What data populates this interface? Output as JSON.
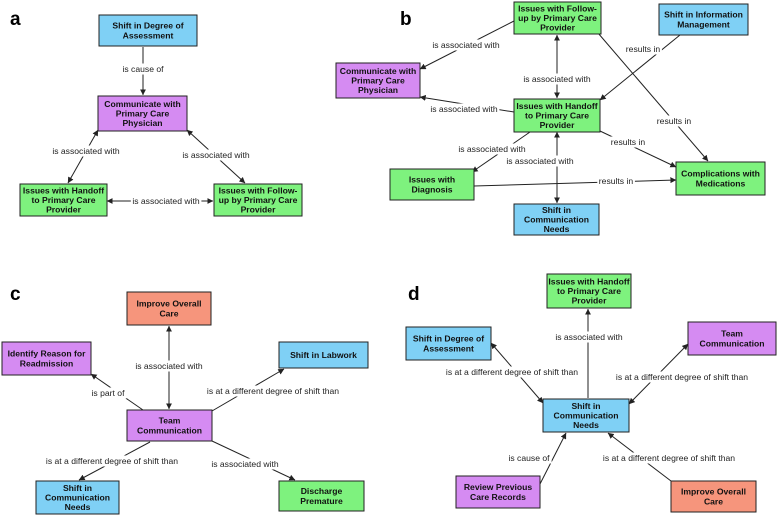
{
  "colors": {
    "blue": "#7fd0f5",
    "purple": "#d58bf2",
    "green": "#7ef27e",
    "salmon": "#f6957c",
    "line": "#222222"
  },
  "panels": [
    {
      "id": "a",
      "label": "a",
      "nodes": [
        {
          "id": "a1",
          "color": "blue",
          "lines": [
            "Shift in Degree of",
            "Assessment"
          ]
        },
        {
          "id": "a2",
          "color": "purple",
          "lines": [
            "Communicate with",
            "Primary Care",
            "Physician"
          ]
        },
        {
          "id": "a3",
          "color": "green",
          "lines": [
            "Issues with Handoff",
            "to Primary Care",
            "Provider"
          ]
        },
        {
          "id": "a4",
          "color": "green",
          "lines": [
            "Issues with Follow-",
            "up by Primary Care",
            "Provider"
          ]
        }
      ],
      "edges": [
        {
          "from": "a1",
          "to": "a2",
          "label": "is cause of"
        },
        {
          "from": "a2",
          "to": "a3",
          "label": "is associated with"
        },
        {
          "from": "a2",
          "to": "a4",
          "label": "is associated with"
        },
        {
          "from": "a3",
          "to": "a4",
          "label": "is associated with"
        }
      ]
    },
    {
      "id": "b",
      "label": "b",
      "nodes": [
        {
          "id": "b1",
          "color": "green",
          "lines": [
            "Issues with Follow-",
            "up by Primary Care",
            "Provider"
          ]
        },
        {
          "id": "b2",
          "color": "blue",
          "lines": [
            "Shift in Information",
            "Management"
          ]
        },
        {
          "id": "b3",
          "color": "purple",
          "lines": [
            "Communicate with",
            "Primary Care",
            "Physician"
          ]
        },
        {
          "id": "b4",
          "color": "green",
          "lines": [
            "Issues with Handoff",
            "to Primary Care",
            "Provider"
          ]
        },
        {
          "id": "b5",
          "color": "green",
          "lines": [
            "Issues with",
            "Diagnosis"
          ]
        },
        {
          "id": "b6",
          "color": "green",
          "lines": [
            "Complications with",
            "Medications"
          ]
        },
        {
          "id": "b7",
          "color": "blue",
          "lines": [
            "Shift in",
            "Communication",
            "Needs"
          ]
        }
      ],
      "edges": [
        {
          "from": "b1",
          "to": "b3",
          "label": "is associated with"
        },
        {
          "from": "b1",
          "to": "b4",
          "label": "is associated with"
        },
        {
          "from": "b4",
          "to": "b3",
          "label": "is associated with"
        },
        {
          "from": "b2",
          "to": "b4",
          "label": "results in"
        },
        {
          "from": "b1",
          "to": "b6",
          "label": "results in"
        },
        {
          "from": "b4",
          "to": "b6",
          "label": "results in"
        },
        {
          "from": "b4",
          "to": "b5",
          "label": "is associated with"
        },
        {
          "from": "b4",
          "to": "b7",
          "label": "is associated with"
        },
        {
          "from": "b5",
          "to": "b6",
          "label": "results in"
        }
      ]
    },
    {
      "id": "c",
      "label": "c",
      "nodes": [
        {
          "id": "c1",
          "color": "salmon",
          "lines": [
            "Improve Overall",
            "Care"
          ]
        },
        {
          "id": "c2",
          "color": "purple",
          "lines": [
            "Identify Reason for",
            "Readmission"
          ]
        },
        {
          "id": "c3",
          "color": "blue",
          "lines": [
            "Shift in Labwork"
          ]
        },
        {
          "id": "c4",
          "color": "purple",
          "lines": [
            "Team",
            "Communication"
          ]
        },
        {
          "id": "c5",
          "color": "blue",
          "lines": [
            "Shift in",
            "Communication",
            "Needs"
          ]
        },
        {
          "id": "c6",
          "color": "green",
          "lines": [
            "Discharge",
            "Premature"
          ]
        }
      ],
      "edges": [
        {
          "from": "c1",
          "to": "c4",
          "label": "is associated with"
        },
        {
          "from": "c4",
          "to": "c2",
          "label": "is part of"
        },
        {
          "from": "c4",
          "to": "c3",
          "label": "is at a different degree of shift than"
        },
        {
          "from": "c4",
          "to": "c5",
          "label": "is at a different degree of shift than"
        },
        {
          "from": "c4",
          "to": "c6",
          "label": "is associated with"
        }
      ]
    },
    {
      "id": "d",
      "label": "d",
      "nodes": [
        {
          "id": "d1",
          "color": "green",
          "lines": [
            "Issues with Handoff",
            "to Primary Care",
            "Provider"
          ]
        },
        {
          "id": "d2",
          "color": "blue",
          "lines": [
            "Shift in Degree of",
            "Assessment"
          ]
        },
        {
          "id": "d3",
          "color": "purple",
          "lines": [
            "Team",
            "Communication"
          ]
        },
        {
          "id": "d4",
          "color": "blue",
          "lines": [
            "Shift in",
            "Communication",
            "Needs"
          ]
        },
        {
          "id": "d5",
          "color": "purple",
          "lines": [
            "Review Previous",
            "Care Records"
          ]
        },
        {
          "id": "d6",
          "color": "salmon",
          "lines": [
            "Improve Overall",
            "Care"
          ]
        }
      ],
      "edges": [
        {
          "from": "d1",
          "to": "d4",
          "label": "is associated with"
        },
        {
          "from": "d2",
          "to": "d4",
          "label": "is at a different degree of shift than"
        },
        {
          "from": "d3",
          "to": "d4",
          "label": "is at a different degree of shift than"
        },
        {
          "from": "d5",
          "to": "d4",
          "label": "is cause of"
        },
        {
          "from": "d6",
          "to": "d4",
          "label": "is at a different degree of shift than"
        }
      ]
    }
  ]
}
